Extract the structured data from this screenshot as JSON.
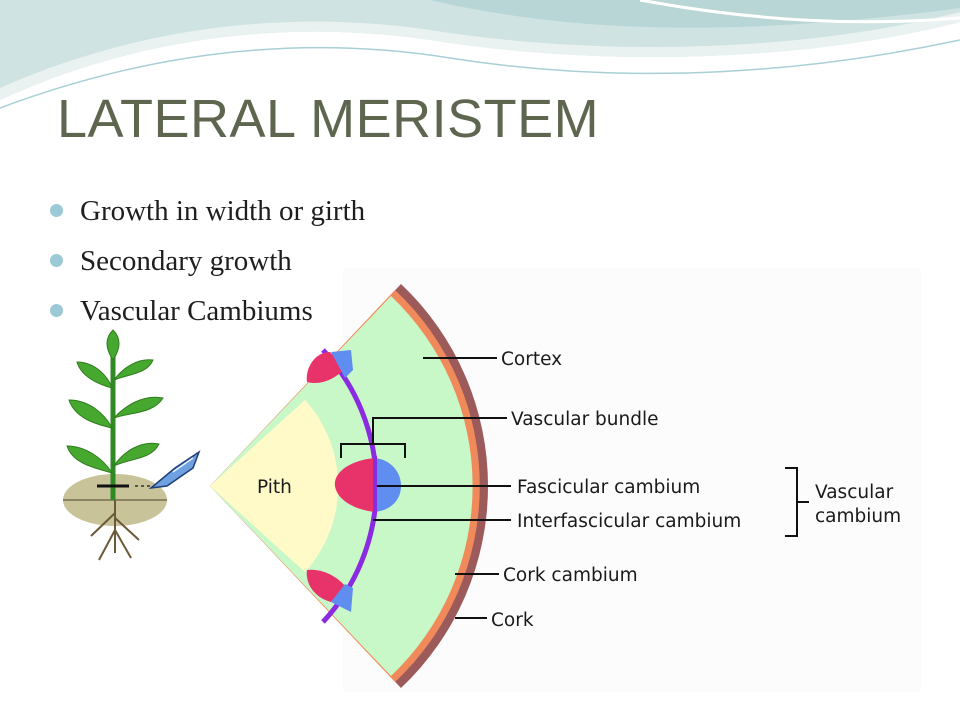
{
  "slide": {
    "title": "LATERAL MERISTEM",
    "bullets": [
      "Growth in width or girth",
      "Secondary growth",
      "Vascular Cambiums"
    ]
  },
  "diagram": {
    "labels": {
      "pith": "Pith",
      "cortex": "Cortex",
      "vascular_bundle": "Vascular bundle",
      "fascicular_cambium": "Fascicular cambium",
      "interfascicular_cambium": "Interfascicular cambium",
      "cork_cambium": "Cork cambium",
      "cork": "Cork",
      "vascular_cambium_line1": "Vascular",
      "vascular_cambium_line2": "cambium"
    },
    "colors": {
      "pith": "#fffac8",
      "cortex": "#c8f8c8",
      "xylem": "#e8336a",
      "phloem": "#5f8df0",
      "cambium": "#8a2be2",
      "cork_cambium": "#f08a5a",
      "cork": "#9c5a5a",
      "plant": "#3aa02a"
    }
  }
}
